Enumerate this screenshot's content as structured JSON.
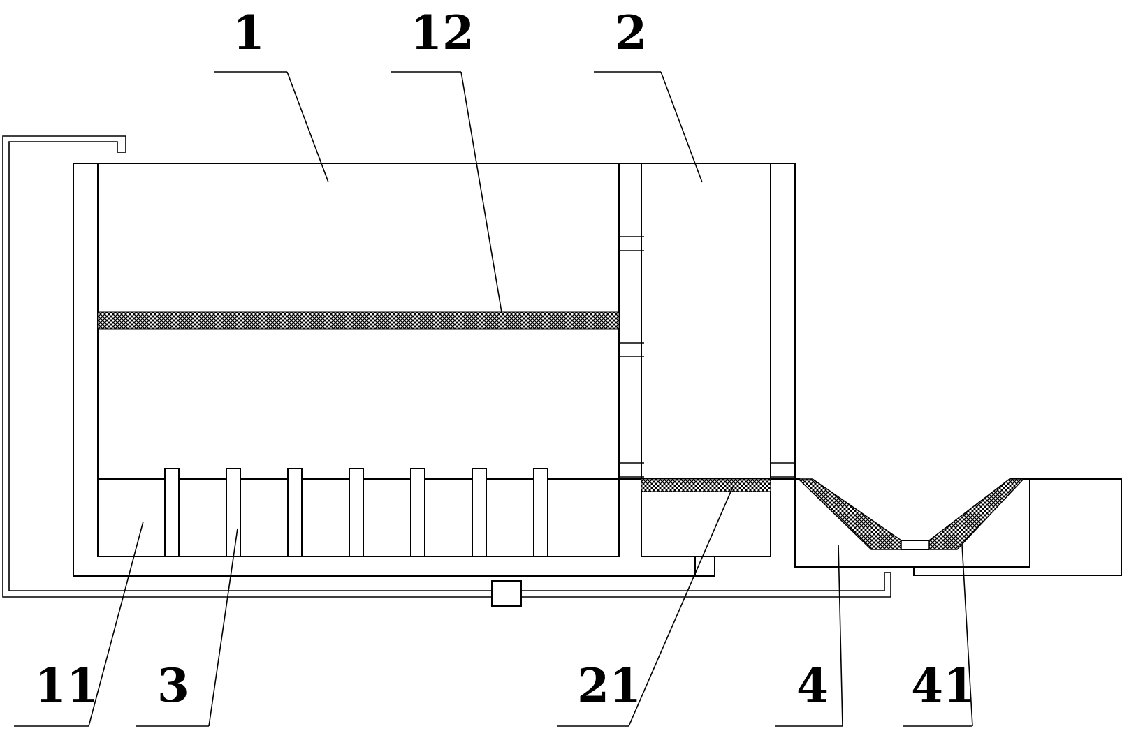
{
  "labels": {
    "tank_1": "1",
    "mesh_12": "12",
    "tank_2": "2",
    "chamber_11": "11",
    "pipe_3": "3",
    "mesh_21": "21",
    "channel_4": "4",
    "mesh_41": "41"
  },
  "colors": {
    "line": "#000000",
    "background": "#ffffff"
  },
  "distribution_pipe_count": 7
}
